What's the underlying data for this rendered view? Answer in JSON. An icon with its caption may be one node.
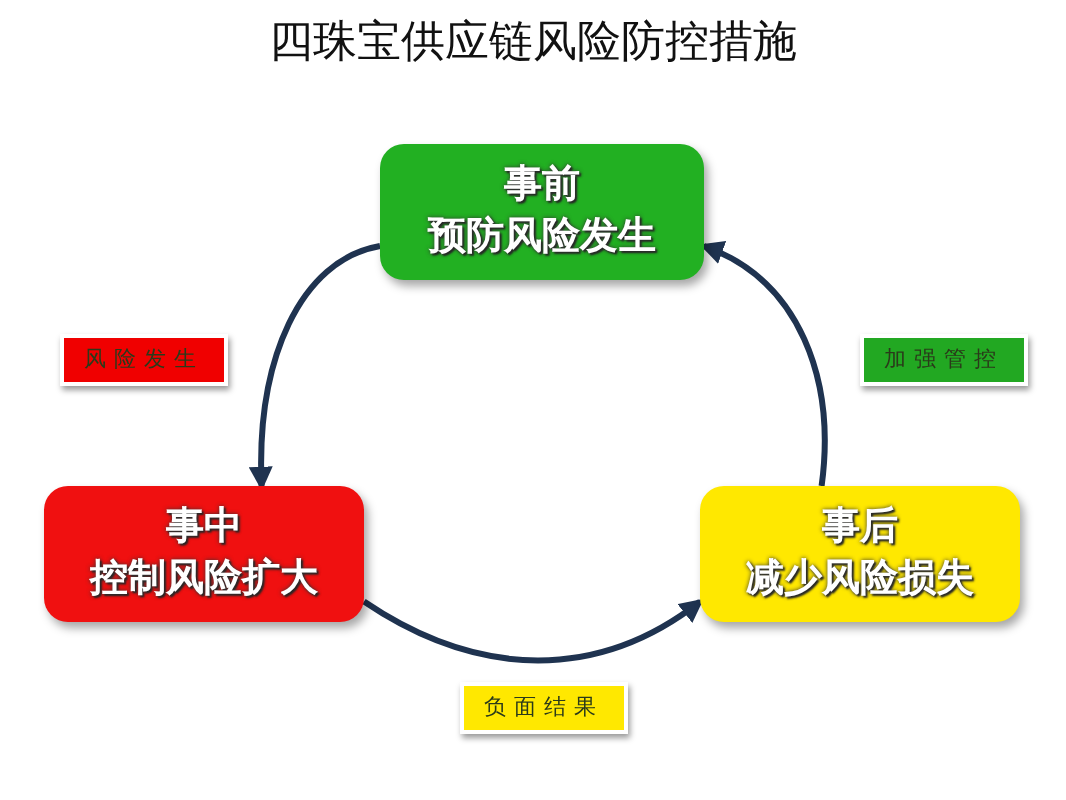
{
  "diagram": {
    "title": "四珠宝供应链风险防控措施",
    "nodes": [
      {
        "text": [
          "事前",
          "预防风险发生"
        ]
      },
      {
        "text": [
          "事中",
          "控制风险扩大"
        ]
      },
      {
        "text": [
          "事后",
          "减少风险损失"
        ]
      },
      {
        "text": [
          "风险发生"
        ]
      },
      {
        "text": [
          "加强管控"
        ]
      },
      {
        "text": [
          "负面结果"
        ]
      }
    ],
    "edges": [
      {
        "from": 0,
        "to": 1,
        "arrow": "to"
      },
      {
        "from": 1,
        "to": 2,
        "arrow": "to"
      },
      {
        "from": 2,
        "to": 0,
        "arrow": "to"
      }
    ]
  }
}
